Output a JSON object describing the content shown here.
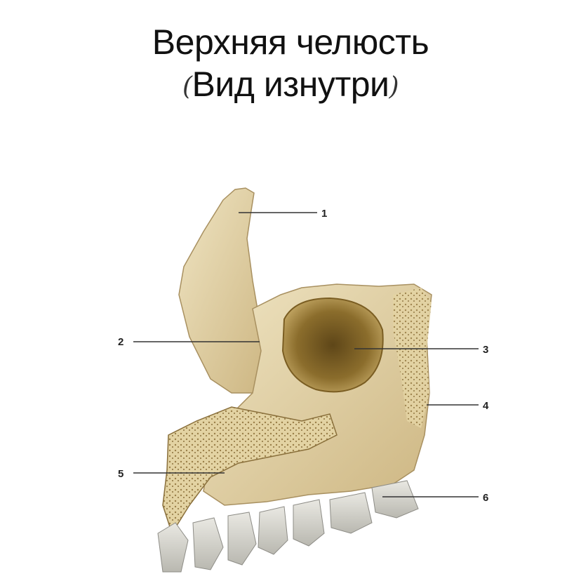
{
  "title": {
    "line1": "Верхняя челюсть",
    "line2": "Вид изнутри",
    "paren_open": "(",
    "paren_close": ")"
  },
  "labels": [
    "1",
    "2",
    "3",
    "4",
    "5",
    "6"
  ],
  "colors": {
    "bone": "#e8dcb5",
    "bone_shadow": "#c9b27a",
    "sinus": "#8a6a2a",
    "teeth": "#d8d8d2",
    "leader": "#333333"
  }
}
